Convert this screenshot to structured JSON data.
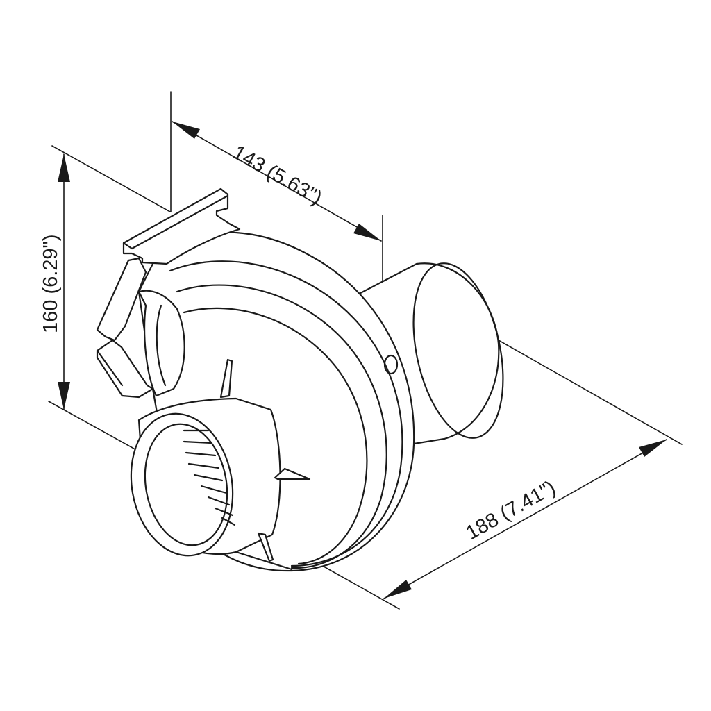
{
  "dimensions": {
    "height": "160 (6.29\")",
    "width": "143 (5.63\")",
    "length": "188 (7.41\")"
  }
}
